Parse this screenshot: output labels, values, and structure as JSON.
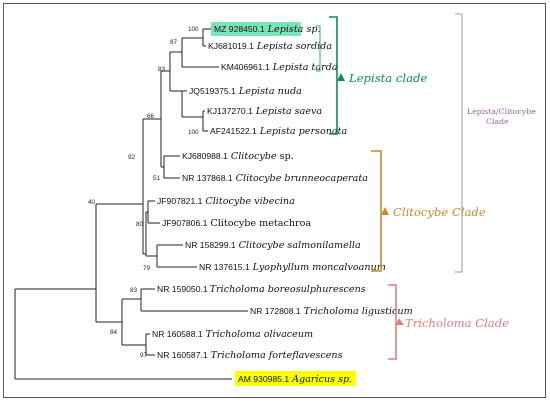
{
  "colors": {
    "lepista": "#0d8a55",
    "lepista_sub": "#2fa2b8",
    "clitocybe": "#c68a2a",
    "tricholoma": "#e5797a",
    "lepista_clitocybe": "#9a5cb0",
    "outer_bracket": "#999999",
    "highlight_lepista": "#7be3b8",
    "highlight_agaricus": "#ffff00"
  },
  "taxa": [
    {
      "accession": "MZ 928450.1",
      "name": "Lepista",
      "suffix": " sp.",
      "highlight": "lepista"
    },
    {
      "accession": "KJ681019.1",
      "name": "Lepista sordida",
      "suffix": ""
    },
    {
      "accession": "KM406961.1",
      "name": "Lepista tarda",
      "suffix": ""
    },
    {
      "accession": "JQ519375.1",
      "name": "Lepista nuda",
      "suffix": ""
    },
    {
      "accession": "KJ137270.1",
      "name": "Lepista saeva",
      "suffix": ""
    },
    {
      "accession": "AF241522.1",
      "name": "Lepista personata",
      "suffix": ""
    },
    {
      "accession": "KJ680988.1",
      "name": "Clitocybe",
      "suffix": " sp.",
      "upright_suffix": true
    },
    {
      "accession": "NR 137868.1",
      "name": "Clitocybe brunneocaperata",
      "suffix": ""
    },
    {
      "accession": "JF907821.1",
      "name": "Clitocybe vibecina",
      "suffix": ""
    },
    {
      "accession": "JF907806.1",
      "name": "Clitocybe metachroa",
      "suffix": "",
      "upright_name": true
    },
    {
      "accession": "NR 158299.1",
      "name": "Clitocybe salmonilamella",
      "suffix": ""
    },
    {
      "accession": "NR 137615.1",
      "name": "Lyophyllum moncalvoanum",
      "suffix": ""
    },
    {
      "accession": "NR 159050.1",
      "name": "Tricholoma boreosulphurescens",
      "suffix": ""
    },
    {
      "accession": "NR 172808.1",
      "name": "Tricholoma ligusticum",
      "suffix": ""
    },
    {
      "accession": "NR 160588.1",
      "name": "Tricholoma olivaceum",
      "suffix": ""
    },
    {
      "accession": "NR 160587.1",
      "name": "Tricholoma forteflavescens",
      "suffix": ""
    },
    {
      "accession": "AM 930985.1",
      "name": "Agaricus",
      "suffix": " sp.",
      "highlight": "agaricus"
    }
  ],
  "bootstrap": [
    "100",
    "87",
    "83",
    "100",
    "66",
    "92",
    "51",
    "40",
    "80",
    "79",
    "83",
    "84",
    "97"
  ],
  "clades": {
    "lepista": "Lepista clade",
    "clitocybe": "Clitocybe Clade",
    "tricholoma": "Tricholoma Clade",
    "lepista_clitocybe_line1": "Lepista/Clitocybe",
    "lepista_clitocybe_line2": "Clade"
  }
}
